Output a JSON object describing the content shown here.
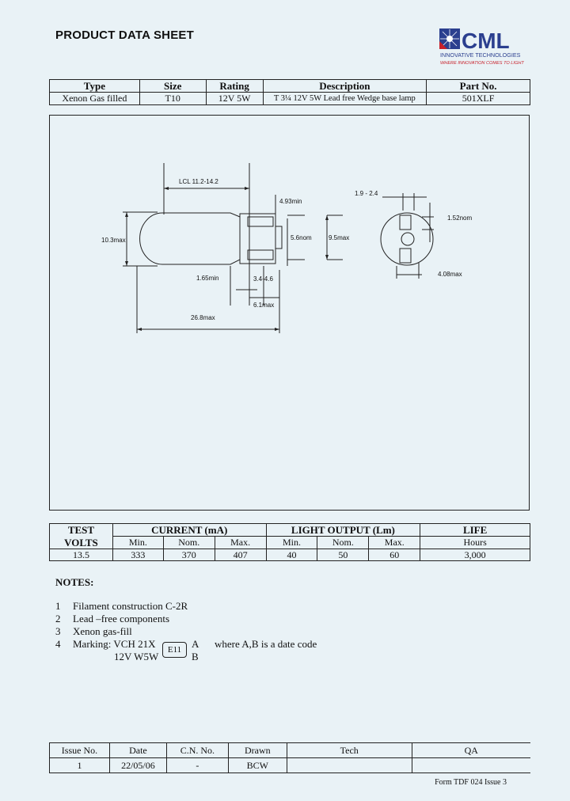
{
  "header": {
    "title": "PRODUCT DATA SHEET",
    "logo_text": "CML",
    "logo_sub1": "INNOVATIVE TECHNOLOGIES",
    "logo_sub2": "WHERE INNOVATION COMES TO LIGHT"
  },
  "product": {
    "headers": [
      "Type",
      "Size",
      "Rating",
      "Description",
      "Part No."
    ],
    "values": [
      "Xenon Gas filled",
      "T10",
      "12V 5W",
      "T 3¼ 12V 5W Lead free Wedge base lamp",
      "501XLF"
    ]
  },
  "drawing": {
    "lcl": "LCL 11.2-14.2",
    "d493": "4.93min",
    "d103": "10.3max",
    "d56": "5.6nom",
    "d95": "9.5max",
    "d165": "1.65min",
    "d344": "3.4-4.6",
    "d61": "6.1max",
    "d268": "26.8max",
    "d1924": "1.9 - 2.4",
    "d152": "1.52nom",
    "d408": "4.08max"
  },
  "electrical": {
    "h_test": "TEST",
    "h_volts": "VOLTS",
    "h_current": "CURRENT (mA)",
    "h_light": "LIGHT OUTPUT (Lm)",
    "h_life": "LIFE",
    "sub": [
      "Min.",
      "Nom.",
      "Max.",
      "Min.",
      "Nom.",
      "Max.",
      "Hours"
    ],
    "row": [
      "13.5",
      "333",
      "370",
      "407",
      "40",
      "50",
      "60",
      "3,000"
    ]
  },
  "notes": {
    "title": "NOTES:",
    "items": [
      {
        "num": "1",
        "text": "Filament construction C-2R"
      },
      {
        "num": "2",
        "text": "Lead –free components"
      },
      {
        "num": "3",
        "text": "Xenon gas-fill"
      },
      {
        "num": "4",
        "text": "Marking: VCH 21X"
      }
    ],
    "marking_line2": "12V W5W",
    "marking_box": "E11",
    "marking_a": "A",
    "marking_b": "B",
    "marking_note": "where A,B is a date code"
  },
  "issue": {
    "headers": [
      "Issue No.",
      "Date",
      "C.N. No.",
      "Drawn",
      "Tech",
      "QA"
    ],
    "values": [
      "1",
      "22/05/06",
      "-",
      "BCW",
      "",
      ""
    ]
  },
  "footer": {
    "form": "Form TDF 024  Issue 3"
  },
  "colors": {
    "background": "#e9f2f6",
    "logo_blue": "#2b3f8f",
    "logo_red": "#c8202a"
  }
}
